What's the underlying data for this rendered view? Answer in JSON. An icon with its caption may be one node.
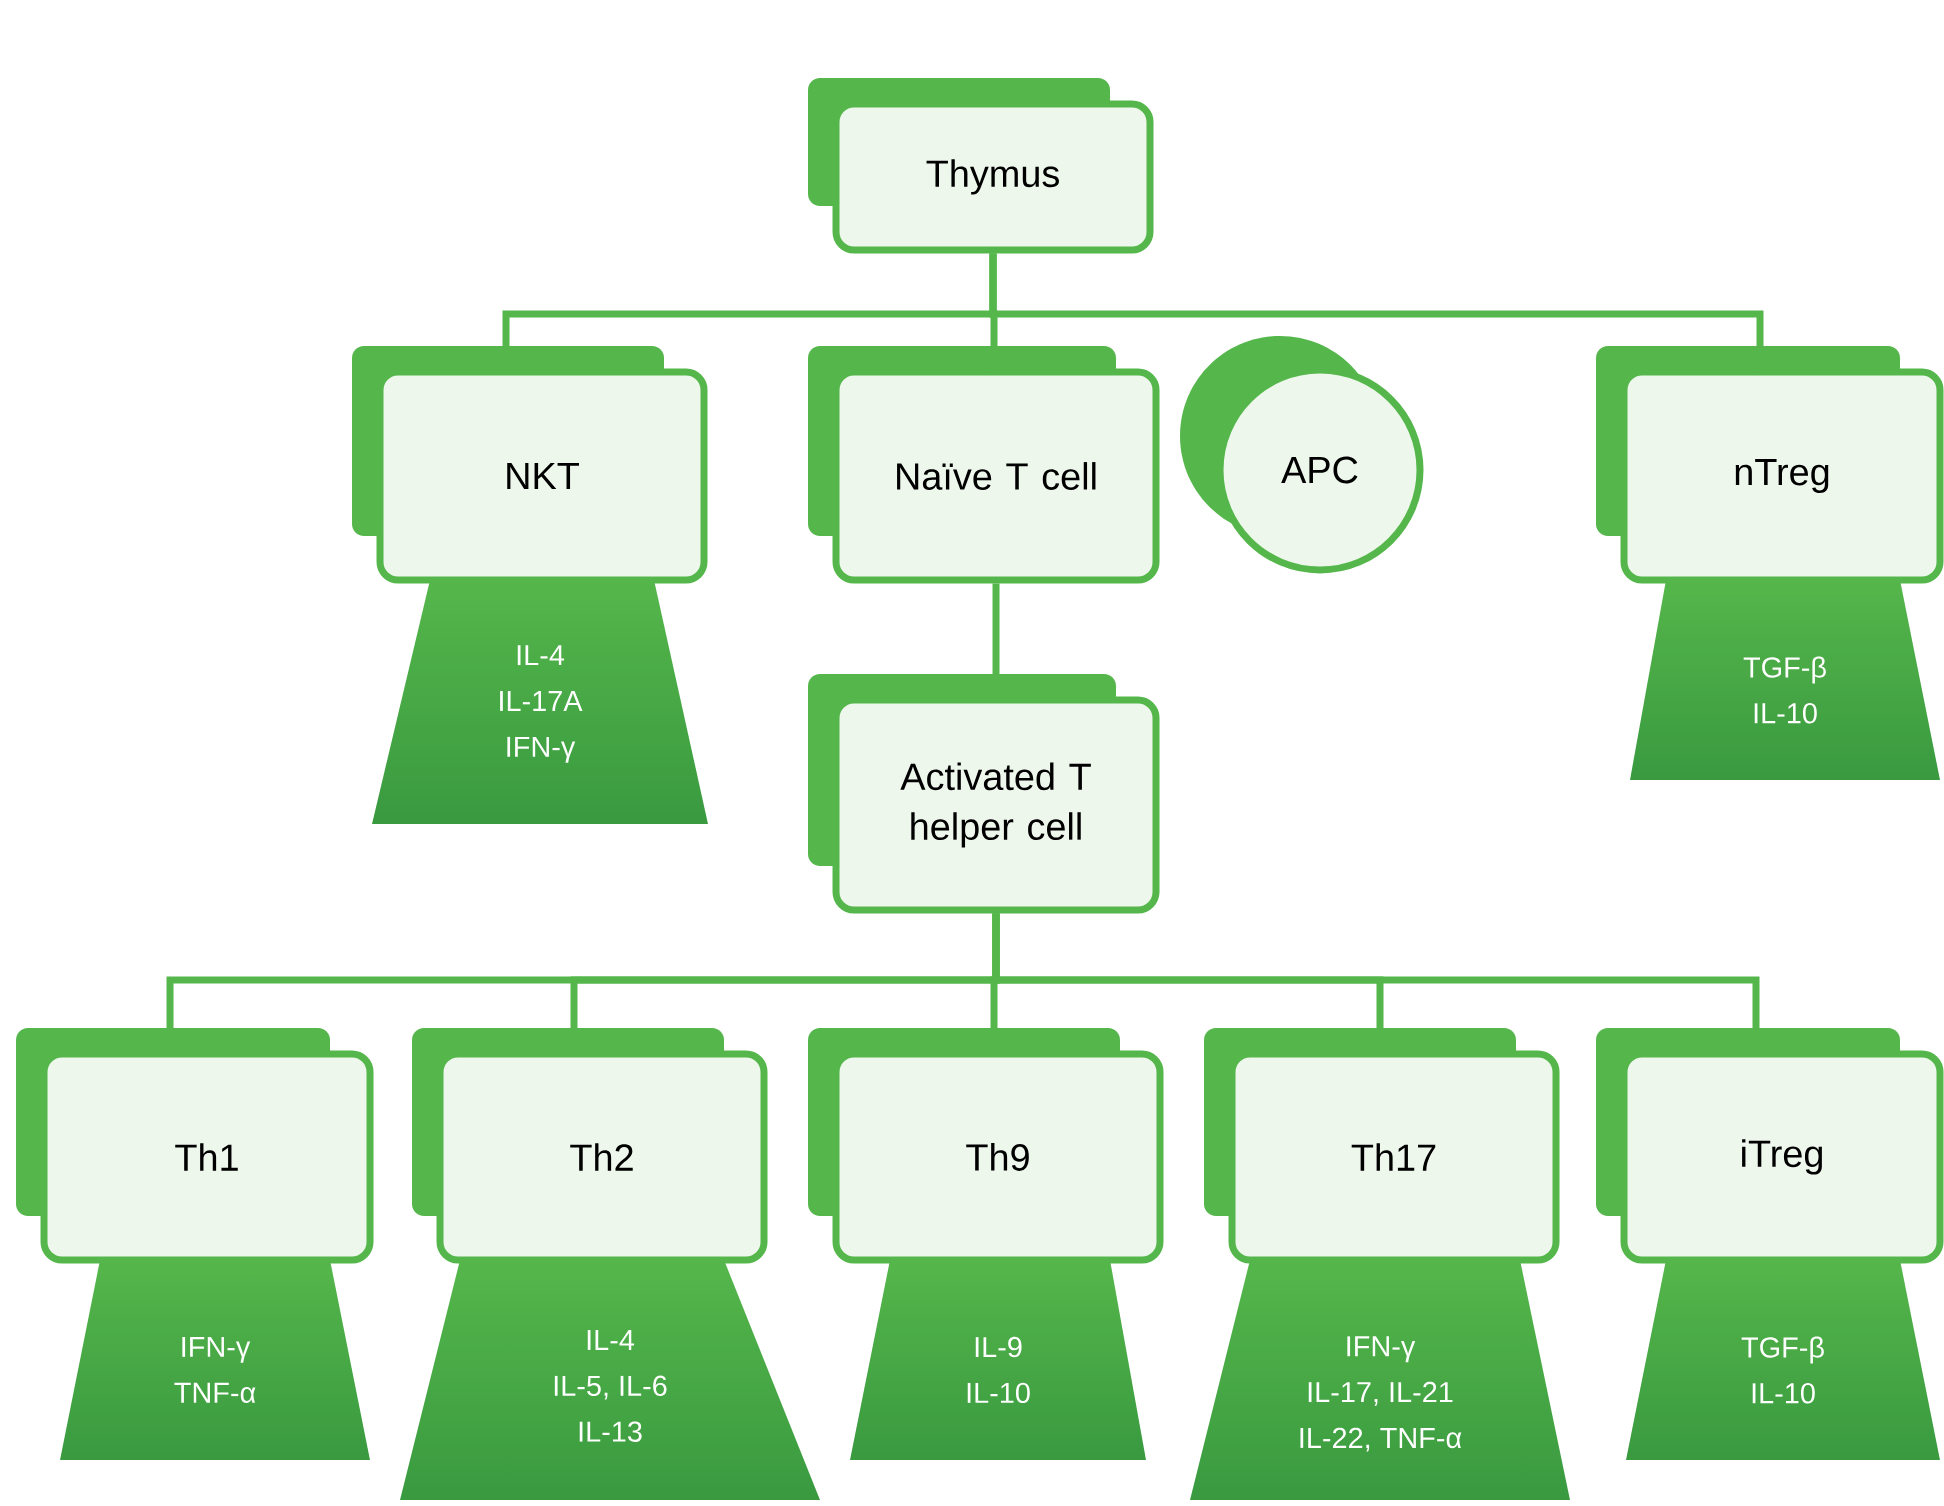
{
  "diagram": {
    "nodes": [
      {
        "text": [
          "Thymus"
        ]
      },
      {
        "text": [
          "NKT"
        ]
      },
      {
        "text": [
          "Naïve T cell"
        ]
      },
      {
        "text": [
          "APC"
        ]
      },
      {
        "text": [
          "nTreg"
        ]
      },
      {
        "text": [
          "IL-4",
          "IL-17A",
          "IFN-γ"
        ]
      },
      {
        "text": [
          "TGF-β",
          "IL-10"
        ]
      },
      {
        "text": [
          "Activated T helper cell"
        ]
      },
      {
        "text": [
          "Th1"
        ]
      },
      {
        "text": [
          "Th2"
        ]
      },
      {
        "text": [
          "Th9"
        ]
      },
      {
        "text": [
          "Th17"
        ]
      },
      {
        "text": [
          "iTreg"
        ]
      },
      {
        "text": [
          "IFN-γ",
          "TNF-α"
        ]
      },
      {
        "text": [
          "IL-4",
          "IL-5, IL-6",
          "IL-13"
        ]
      },
      {
        "text": [
          "IL-9",
          "IL-10"
        ]
      },
      {
        "text": [
          "IFN-γ",
          "IL-17, IL-21",
          "IL-22, TNF-α"
        ]
      },
      {
        "text": [
          "TGF-β",
          "IL-10"
        ]
      }
    ],
    "edges": [
      {
        "from": 0,
        "to": 1,
        "arrow": "none"
      },
      {
        "from": 0,
        "to": 2,
        "arrow": "none"
      },
      {
        "from": 0,
        "to": 4,
        "arrow": "none"
      },
      {
        "from": 2,
        "to": 7,
        "arrow": "none"
      },
      {
        "from": 7,
        "to": 8,
        "arrow": "none"
      },
      {
        "from": 7,
        "to": 9,
        "arrow": "none"
      },
      {
        "from": 7,
        "to": 10,
        "arrow": "none"
      },
      {
        "from": 7,
        "to": 11,
        "arrow": "none"
      },
      {
        "from": 7,
        "to": 12,
        "arrow": "none"
      }
    ]
  }
}
